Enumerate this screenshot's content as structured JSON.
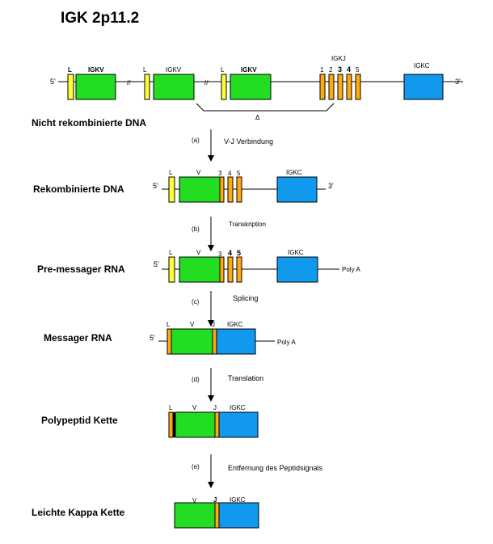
{
  "title": "IGK 2p11.2",
  "stages": {
    "dna": "Nicht rekombinierte DNA",
    "recombined": "Rekombinierte DNA",
    "premrna": "Pre-messager RNA",
    "mrna": "Messager RNA",
    "polypeptide": "Polypeptid Kette",
    "light_chain": "Leichte Kappa Kette"
  },
  "steps": {
    "a": {
      "letter": "(a)",
      "label": "V-J Verbindung"
    },
    "b": {
      "letter": "(b)",
      "label": "Transkription"
    },
    "c": {
      "letter": "(c)",
      "label": "Splicing"
    },
    "d": {
      "letter": "(d)",
      "label": "Translation"
    },
    "e": {
      "letter": "(e)",
      "label": "Entfernung des Peptidsignals"
    }
  },
  "labels": {
    "L": "L",
    "V": "V",
    "J": "J",
    "IGKV": "IGKV",
    "IGKJ": "IGKJ",
    "IGKC": "IGKC",
    "five_prime": "5'",
    "three_prime": "3'",
    "break": "//",
    "delta": "Δ",
    "poly_a": "Poly A",
    "j1": "1",
    "j2": "2",
    "j3": "3",
    "j4": "4",
    "j5": "5"
  },
  "colors": {
    "leader": "#ffff33",
    "variable": "#22dd22",
    "joining": "#ffaa11",
    "constant": "#1199ee"
  }
}
